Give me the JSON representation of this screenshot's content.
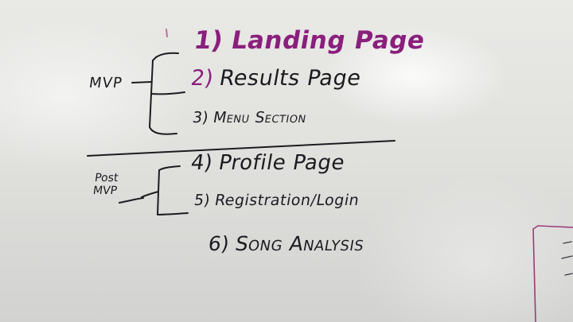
{
  "groups": {
    "mvp_label": "MVP",
    "post_label_line1": "Post",
    "post_label_line2": "MVP"
  },
  "items": [
    {
      "number": "1)",
      "label": "Landing Page",
      "ink": "#8a1f7c"
    },
    {
      "number": "2)",
      "label": "Results Page",
      "ink": "#1c1c20",
      "number_ink": "#8a1f7c"
    },
    {
      "number": "3)",
      "label": "Menu Section",
      "ink": "#1c1c20"
    },
    {
      "number": "4)",
      "label": "Profile Page",
      "ink": "#1c1c20"
    },
    {
      "number": "5)",
      "label": "Registration/Login",
      "ink": "#1c1c20"
    },
    {
      "number": "6)",
      "label": "Song Analysis",
      "ink": "#1c1c20"
    }
  ],
  "colors": {
    "board": "#e3e3e0",
    "marker_dark": "#1c1c20",
    "marker_purple": "#8a1f7c"
  }
}
